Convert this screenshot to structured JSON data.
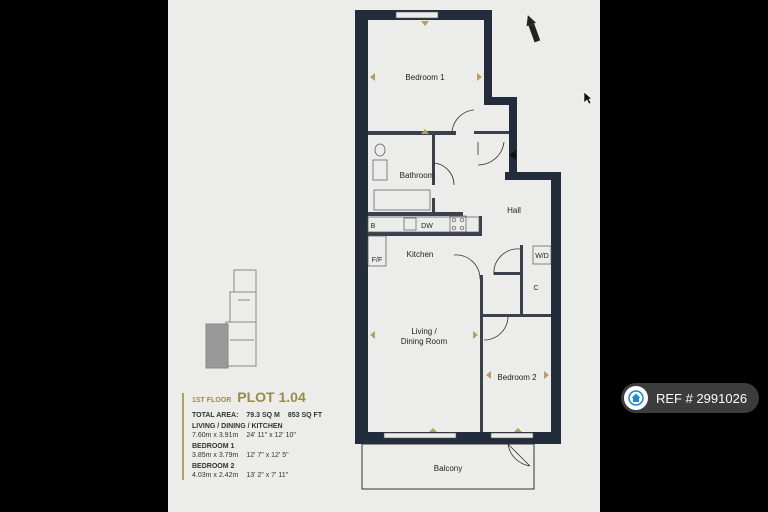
{
  "rooms": {
    "bedroom1": "Bedroom 1",
    "bathroom": "Bathroom",
    "hall": "Hall",
    "kitchen": "Kitchen",
    "living1": "Living /",
    "living2": "Dining Room",
    "bedroom2": "Bedroom 2",
    "balcony": "Balcony",
    "b": "B",
    "dw": "DW",
    "ff": "F/F",
    "wd": "W/D",
    "c": "C"
  },
  "info": {
    "floor": "1ST FLOOR",
    "plot": "PLOT 1.04",
    "total_label": "TOTAL AREA:",
    "total_sqm": "79.3 SQ M",
    "total_sqft": "853 SQ FT",
    "rooms": [
      {
        "name": "LIVING / DINING / KITCHEN",
        "metric": "7.60m x 3.91m",
        "imperial": "24' 11\" x 12' 10\""
      },
      {
        "name": "BEDROOM 1",
        "metric": "3.85m x 3.79m",
        "imperial": "12' 7\" x 12' 5\""
      },
      {
        "name": "BEDROOM 2",
        "metric": "4.03m x 2.42m",
        "imperial": "13' 2\" x 7' 11\""
      }
    ]
  },
  "badge": {
    "text": "REF # 2991026",
    "icon": "home-icon"
  },
  "icons": {
    "north": "north-arrow-icon",
    "cursor": "cursor-icon",
    "keyplan": "key-plan-icon"
  },
  "colors": {
    "wall": "#232c3a",
    "accent": "#9a8a4a",
    "paper": "#ecedea"
  }
}
